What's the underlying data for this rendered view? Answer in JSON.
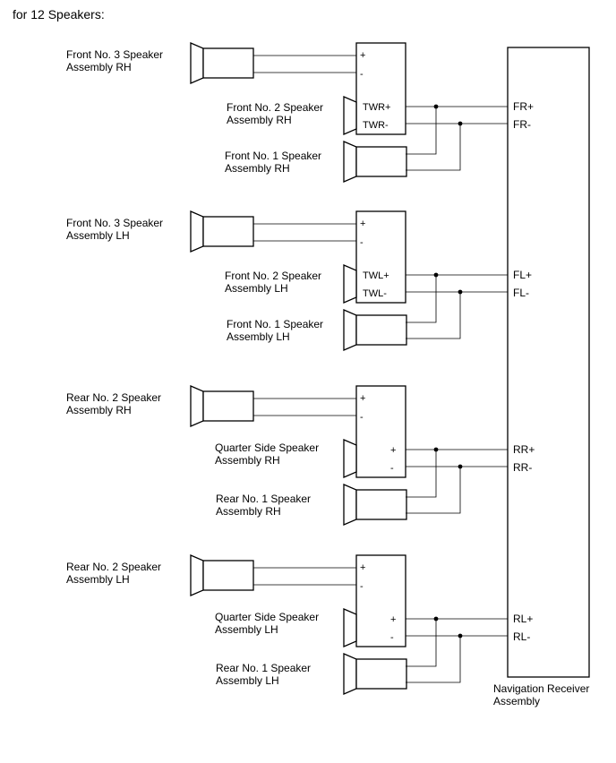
{
  "title": "for 12 Speakers:",
  "receiver": {
    "label_line1": "Navigation Receiver",
    "label_line2": "Assembly"
  },
  "groups": [
    {
      "speaker_a": {
        "line1": "Front No. 3 Speaker",
        "line2": "Assembly RH"
      },
      "speaker_b": {
        "line1": "Front No. 2 Speaker",
        "line2": "Assembly RH"
      },
      "speaker_c": {
        "line1": "Front No. 1 Speaker",
        "line2": "Assembly RH"
      },
      "pins": {
        "a_plus": "+",
        "a_minus": "-",
        "b_plus": "TWR+",
        "b_minus": "TWR-"
      },
      "receiver_pins": {
        "plus": "FR+",
        "minus": "FR-"
      }
    },
    {
      "speaker_a": {
        "line1": "Front No. 3 Speaker",
        "line2": "Assembly LH"
      },
      "speaker_b": {
        "line1": "Front No. 2 Speaker",
        "line2": "Assembly LH"
      },
      "speaker_c": {
        "line1": "Front No. 1 Speaker",
        "line2": "Assembly LH"
      },
      "pins": {
        "a_plus": "+",
        "a_minus": "-",
        "b_plus": "TWL+",
        "b_minus": "TWL-"
      },
      "receiver_pins": {
        "plus": "FL+",
        "minus": "FL-"
      }
    },
    {
      "speaker_a": {
        "line1": "Rear No. 2 Speaker",
        "line2": "Assembly RH"
      },
      "speaker_b": {
        "line1": "Quarter Side Speaker",
        "line2": "Assembly RH"
      },
      "speaker_c": {
        "line1": "Rear No. 1 Speaker",
        "line2": "Assembly RH"
      },
      "pins": {
        "a_plus": "+",
        "a_minus": "-",
        "b_plus": "+",
        "b_minus": "-"
      },
      "receiver_pins": {
        "plus": "RR+",
        "minus": "RR-"
      }
    },
    {
      "speaker_a": {
        "line1": "Rear No. 2 Speaker",
        "line2": "Assembly LH"
      },
      "speaker_b": {
        "line1": "Quarter Side Speaker",
        "line2": "Assembly LH"
      },
      "speaker_c": {
        "line1": "Rear No. 1 Speaker",
        "line2": "Assembly LH"
      },
      "pins": {
        "a_plus": "+",
        "a_minus": "-",
        "b_plus": "+",
        "b_minus": "-"
      },
      "receiver_pins": {
        "plus": "RL+",
        "minus": "RL-"
      }
    }
  ]
}
